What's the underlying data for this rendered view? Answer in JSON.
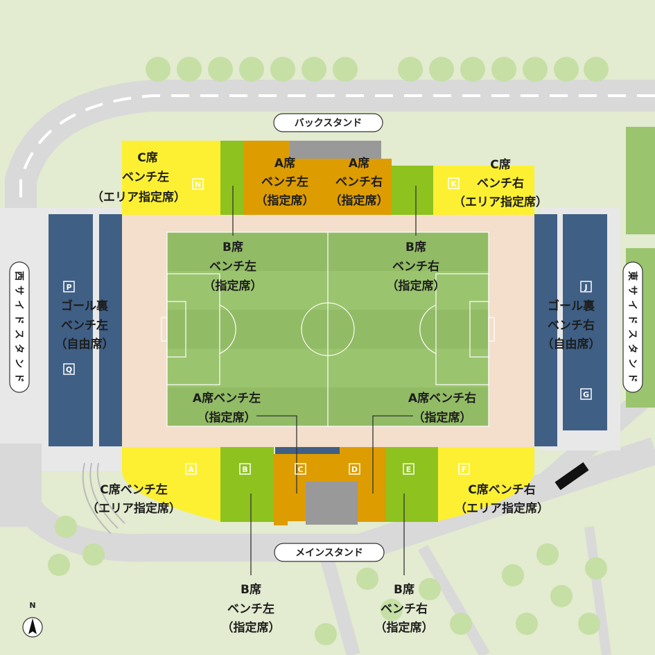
{
  "stands": {
    "back": "バックスタンド",
    "main": "メインスタンド",
    "west": [
      "西",
      "サ",
      "イ",
      "ド",
      "ス",
      "タ",
      "ン",
      "ド"
    ],
    "east": [
      "東",
      "サ",
      "イ",
      "ド",
      "ス",
      "タ",
      "ン",
      "ド"
    ]
  },
  "compass": {
    "label": "N"
  },
  "blocks": {
    "A": "A",
    "B": "B",
    "C": "C",
    "D": "D",
    "E": "E",
    "F": "F",
    "G": "G",
    "J": "J",
    "K": "K",
    "N": "N",
    "P": "P",
    "Q": "Q"
  },
  "seat_labels": {
    "c_back_left": [
      "C席",
      "ベンチ左",
      "（エリア指定席）"
    ],
    "a_back_left": [
      "A席",
      "ベンチ左",
      "（指定席）"
    ],
    "a_back_right": [
      "A席",
      "ベンチ右",
      "（指定席）"
    ],
    "c_back_right": [
      "C席",
      "ベンチ右",
      "（エリア指定席）"
    ],
    "b_back_left": [
      "B席",
      "ベンチ左",
      "（指定席）"
    ],
    "b_back_right": [
      "B席",
      "ベンチ右",
      "（指定席）"
    ],
    "goal_left": [
      "ゴール裏",
      "ベンチ左",
      "（自由席）"
    ],
    "goal_right": [
      "ゴール裏",
      "ベンチ右",
      "（自由席）"
    ],
    "a_main_left": [
      "A席ベンチ左",
      "（指定席）"
    ],
    "a_main_right": [
      "A席ベンチ右",
      "（指定席）"
    ],
    "c_main_left": [
      "C席ベンチ左",
      "（エリア指定席）"
    ],
    "c_main_right": [
      "C席ベンチ右",
      "（エリア指定席）"
    ],
    "b_main_left": [
      "B席",
      "ベンチ左",
      "（指定席）"
    ],
    "b_main_right": [
      "B席",
      "ベンチ右",
      "（指定席）"
    ]
  },
  "colors": {
    "yellow": "#fdf032",
    "orange": "#dd9c00",
    "green": "#8dc21f",
    "blue": "#3f5f85",
    "track": "#f3dfcb",
    "pitch": "#9bc46e",
    "road": "#d7d7d7",
    "grass_bg": "#e3ebd0",
    "tree": "#c5dfa5"
  }
}
